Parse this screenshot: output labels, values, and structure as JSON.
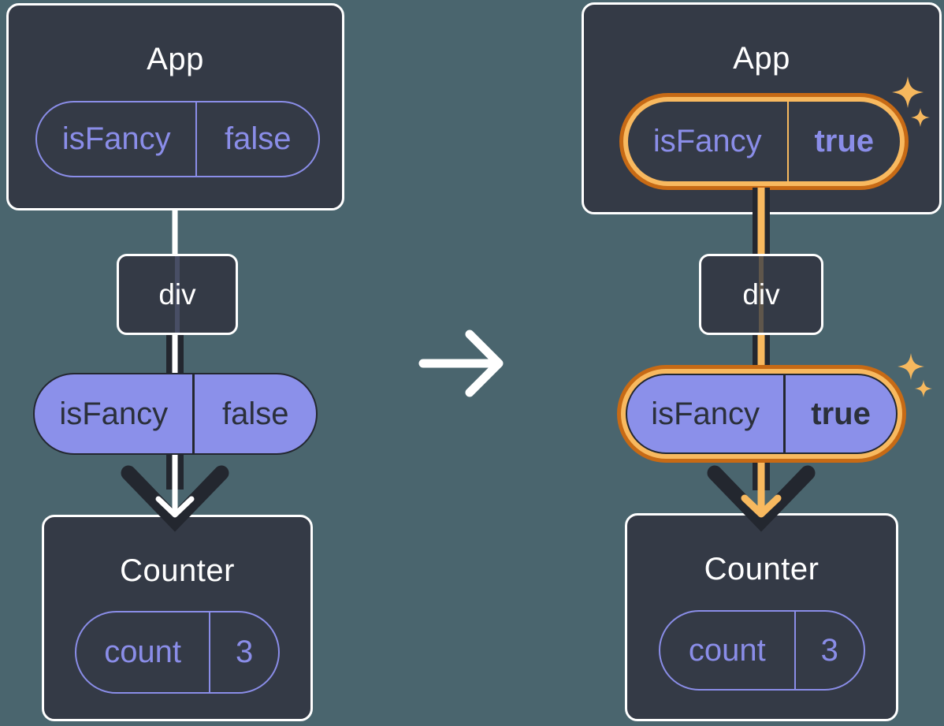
{
  "colors": {
    "background": "#4A656E",
    "box_fill": "#343A46",
    "box_border": "#FFFFFF",
    "purple": "#8A8DE8",
    "purple_fill": "#8B90EA",
    "dark": "#23272F",
    "orange_dark": "#C76A15",
    "orange_light": "#F8B95F",
    "sparkle": "#F6B85E",
    "flow_core_left": "#FFFFFF"
  },
  "left_tree": {
    "app_title": "App",
    "app_state": {
      "key": "isFancy",
      "value": "false"
    },
    "div_label": "div",
    "passed_prop": {
      "key": "isFancy",
      "value": "false"
    },
    "counter_title": "Counter",
    "counter_state": {
      "key": "count",
      "value": "3"
    }
  },
  "right_tree": {
    "app_title": "App",
    "app_state": {
      "key": "isFancy",
      "value": "true"
    },
    "div_label": "div",
    "passed_prop": {
      "key": "isFancy",
      "value": "true"
    },
    "counter_title": "Counter",
    "counter_state": {
      "key": "count",
      "value": "3"
    }
  },
  "icons": {
    "transition_arrow": "right-arrow",
    "sparkle": "four-point-star"
  }
}
